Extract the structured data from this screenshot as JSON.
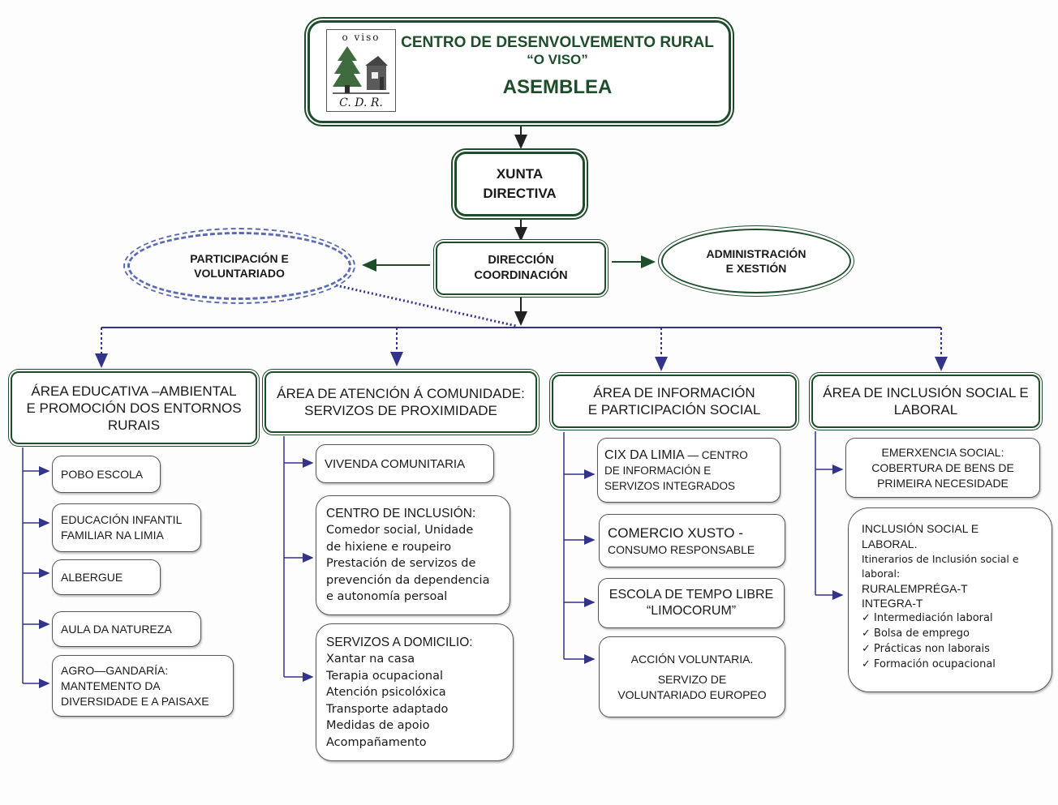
{
  "header": {
    "logo_top": "o viso",
    "logo_bottom": "C. D. R.",
    "title_line1": "CENTRO DE DESENVOLVEMENTO RURAL",
    "title_line2": "“O VISO”",
    "title_line3": "ASEMBLEA"
  },
  "xunta": {
    "line1": "XUNTA",
    "line2": "DIRECTIVA"
  },
  "direccion": {
    "line1": "DIRECCIÓN",
    "line2": "COORDINACIÓN"
  },
  "participacion": {
    "line1": "PARTICIPACIÓN E",
    "line2": "VOLUNTARIADO"
  },
  "administracion": {
    "line1": "ADMINISTRACIÓN",
    "line2": "E XESTIÓN"
  },
  "areas": [
    {
      "lines": [
        "ÁREA EDUCATIVA –AMBIENTAL",
        "E PROMOCIÓN DOS ENTORNOS",
        "RURAIS"
      ]
    },
    {
      "lines": [
        "ÁREA DE ATENCIÓN Á COMUNIDADE:",
        "SERVIZOS DE PROXIMIDADE"
      ]
    },
    {
      "lines": [
        "ÁREA DE INFORMACIÓN",
        "E PARTICIPACIÓN SOCIAL"
      ]
    },
    {
      "lines": [
        "ÁREA DE INCLUSIÓN SOCIAL E",
        "LABORAL"
      ]
    }
  ],
  "col1": [
    {
      "lines": [
        "POBO ESCOLA"
      ]
    },
    {
      "lines": [
        "EDUCACIÓN INFANTIL",
        "FAMILIAR NA LIMIA"
      ]
    },
    {
      "lines": [
        "ALBERGUE"
      ]
    },
    {
      "lines": [
        "AULA DA NATUREZA"
      ]
    },
    {
      "lines": [
        "AGRO—GANDARÍA:",
        "MANTEMENTO DA",
        "DIVERSIDADE E A PAISAXE"
      ]
    }
  ],
  "col2": [
    {
      "title": "VIVENDA COMUNITARIA",
      "details": []
    },
    {
      "title": "CENTRO DE INCLUSIÓN:",
      "details": [
        "Comedor social, Unidade",
        "de hixiene e roupeiro",
        "Prestación de servizos de",
        "prevención da dependencia",
        "e autonomía persoal"
      ]
    },
    {
      "title": "SERVIZOS A DOMICILIO:",
      "details": [
        "Xantar na casa",
        "Terapia ocupacional",
        "Atención psicolóxica",
        "Transporte adaptado",
        "Medidas de apoio",
        "Acompañamento"
      ]
    }
  ],
  "col3": {
    "cix": {
      "title": "CIX DA LIMIA",
      "rest": " — CENTRO",
      "line2": "DE INFORMACIÓN E",
      "line3": "SERVIZOS  INTEGRADOS"
    },
    "comercio": {
      "line1": "COMERCIO XUSTO -",
      "line2": "CONSUMO RESPONSABLE"
    },
    "escola": {
      "line1": "ESCOLA DE TEMPO LIBRE",
      "line2": "“LIMOCORUM”"
    },
    "accion": {
      "line1": "ACCIÓN VOLUNTARIA.",
      "line2": "SERVIZO DE",
      "line3": "VOLUNTARIADO EUROPEO"
    }
  },
  "col4": {
    "emerxencia": [
      "EMERXENCIA SOCIAL:",
      "COBERTURA DE BENS DE",
      "PRIMEIRA  NECESIDADE"
    ],
    "inclusion": {
      "heading": [
        "INCLUSIÓN SOCIAL E",
        "LABORAL."
      ],
      "details": [
        "Itinerarios de Inclusión social e",
        "laboral:"
      ],
      "programs": [
        "RURALEMPRÉGA-T",
        "INTEGRA-T"
      ],
      "checks": [
        "✓ Intermediación laboral",
        "✓ Bolsa de emprego",
        "✓ Prácticas non laborais",
        "✓ Formación ocupacional"
      ]
    }
  }
}
